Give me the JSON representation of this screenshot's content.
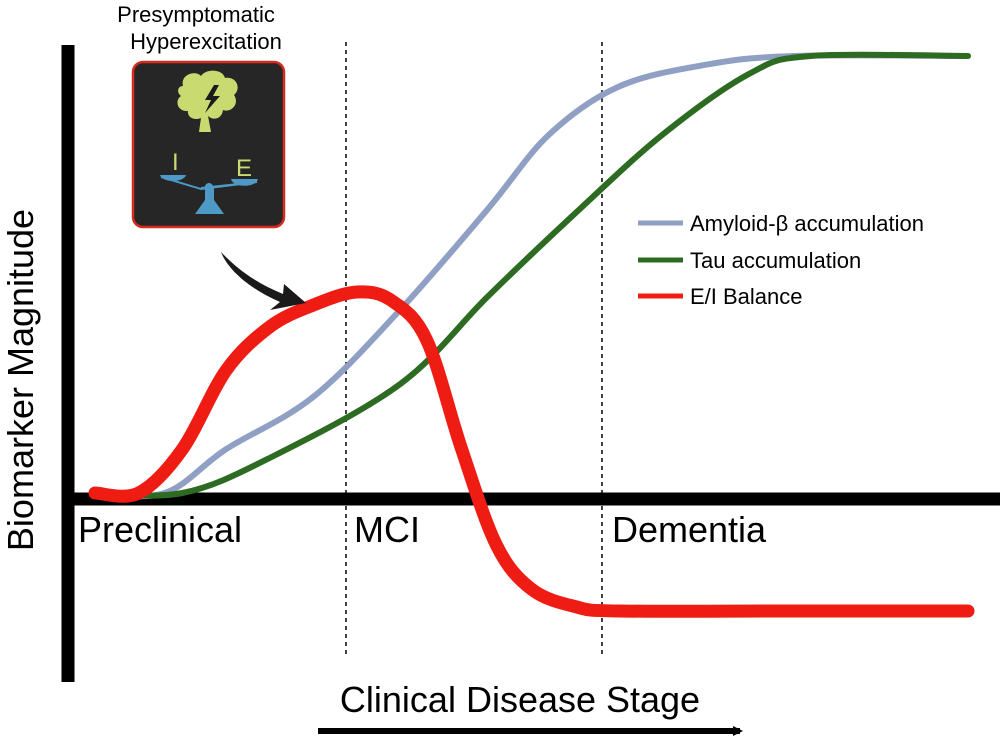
{
  "chart_data": {
    "type": "line",
    "title": "",
    "xlabel": "Clinical Disease Stage",
    "ylabel": "Biomarker Magnitude",
    "stages": [
      "Preclinical",
      "MCI",
      "Dementia"
    ],
    "legend_position": "right",
    "grid": false,
    "series": [
      {
        "name": "Amyloid-β accumulation",
        "color": "#8fa0c4",
        "points": [
          [
            0.0,
            0.0
          ],
          [
            0.08,
            0.0
          ],
          [
            0.15,
            0.1
          ],
          [
            0.25,
            0.22
          ],
          [
            0.35,
            0.42
          ],
          [
            0.45,
            0.65
          ],
          [
            0.52,
            0.82
          ],
          [
            0.6,
            0.93
          ],
          [
            0.7,
            0.98
          ],
          [
            0.8,
            1.0
          ],
          [
            1.0,
            1.0
          ]
        ]
      },
      {
        "name": "Tau accumulation",
        "color": "#2e6b22",
        "points": [
          [
            0.0,
            0.0
          ],
          [
            0.1,
            0.0
          ],
          [
            0.2,
            0.08
          ],
          [
            0.35,
            0.25
          ],
          [
            0.45,
            0.45
          ],
          [
            0.55,
            0.64
          ],
          [
            0.65,
            0.82
          ],
          [
            0.75,
            0.96
          ],
          [
            0.82,
            1.0
          ],
          [
            1.0,
            1.0
          ]
        ]
      },
      {
        "name": "E/I Balance",
        "color": "#ee1c13",
        "points": [
          [
            0.0,
            0.0
          ],
          [
            0.05,
            0.0
          ],
          [
            0.1,
            0.1
          ],
          [
            0.15,
            0.28
          ],
          [
            0.2,
            0.38
          ],
          [
            0.25,
            0.43
          ],
          [
            0.3,
            0.46
          ],
          [
            0.34,
            0.44
          ],
          [
            0.38,
            0.35
          ],
          [
            0.42,
            0.1
          ],
          [
            0.46,
            -0.12
          ],
          [
            0.5,
            -0.22
          ],
          [
            0.55,
            -0.26
          ],
          [
            0.6,
            -0.27
          ],
          [
            0.8,
            -0.27
          ],
          [
            1.0,
            -0.27
          ]
        ]
      }
    ]
  },
  "inset": {
    "title_line1": "Presymptomatic",
    "title_line2": "Hyperexcitation",
    "letter_i": "I",
    "letter_e": "E",
    "icons": [
      "brain-lightning-icon",
      "balance-scale-icon"
    ]
  }
}
